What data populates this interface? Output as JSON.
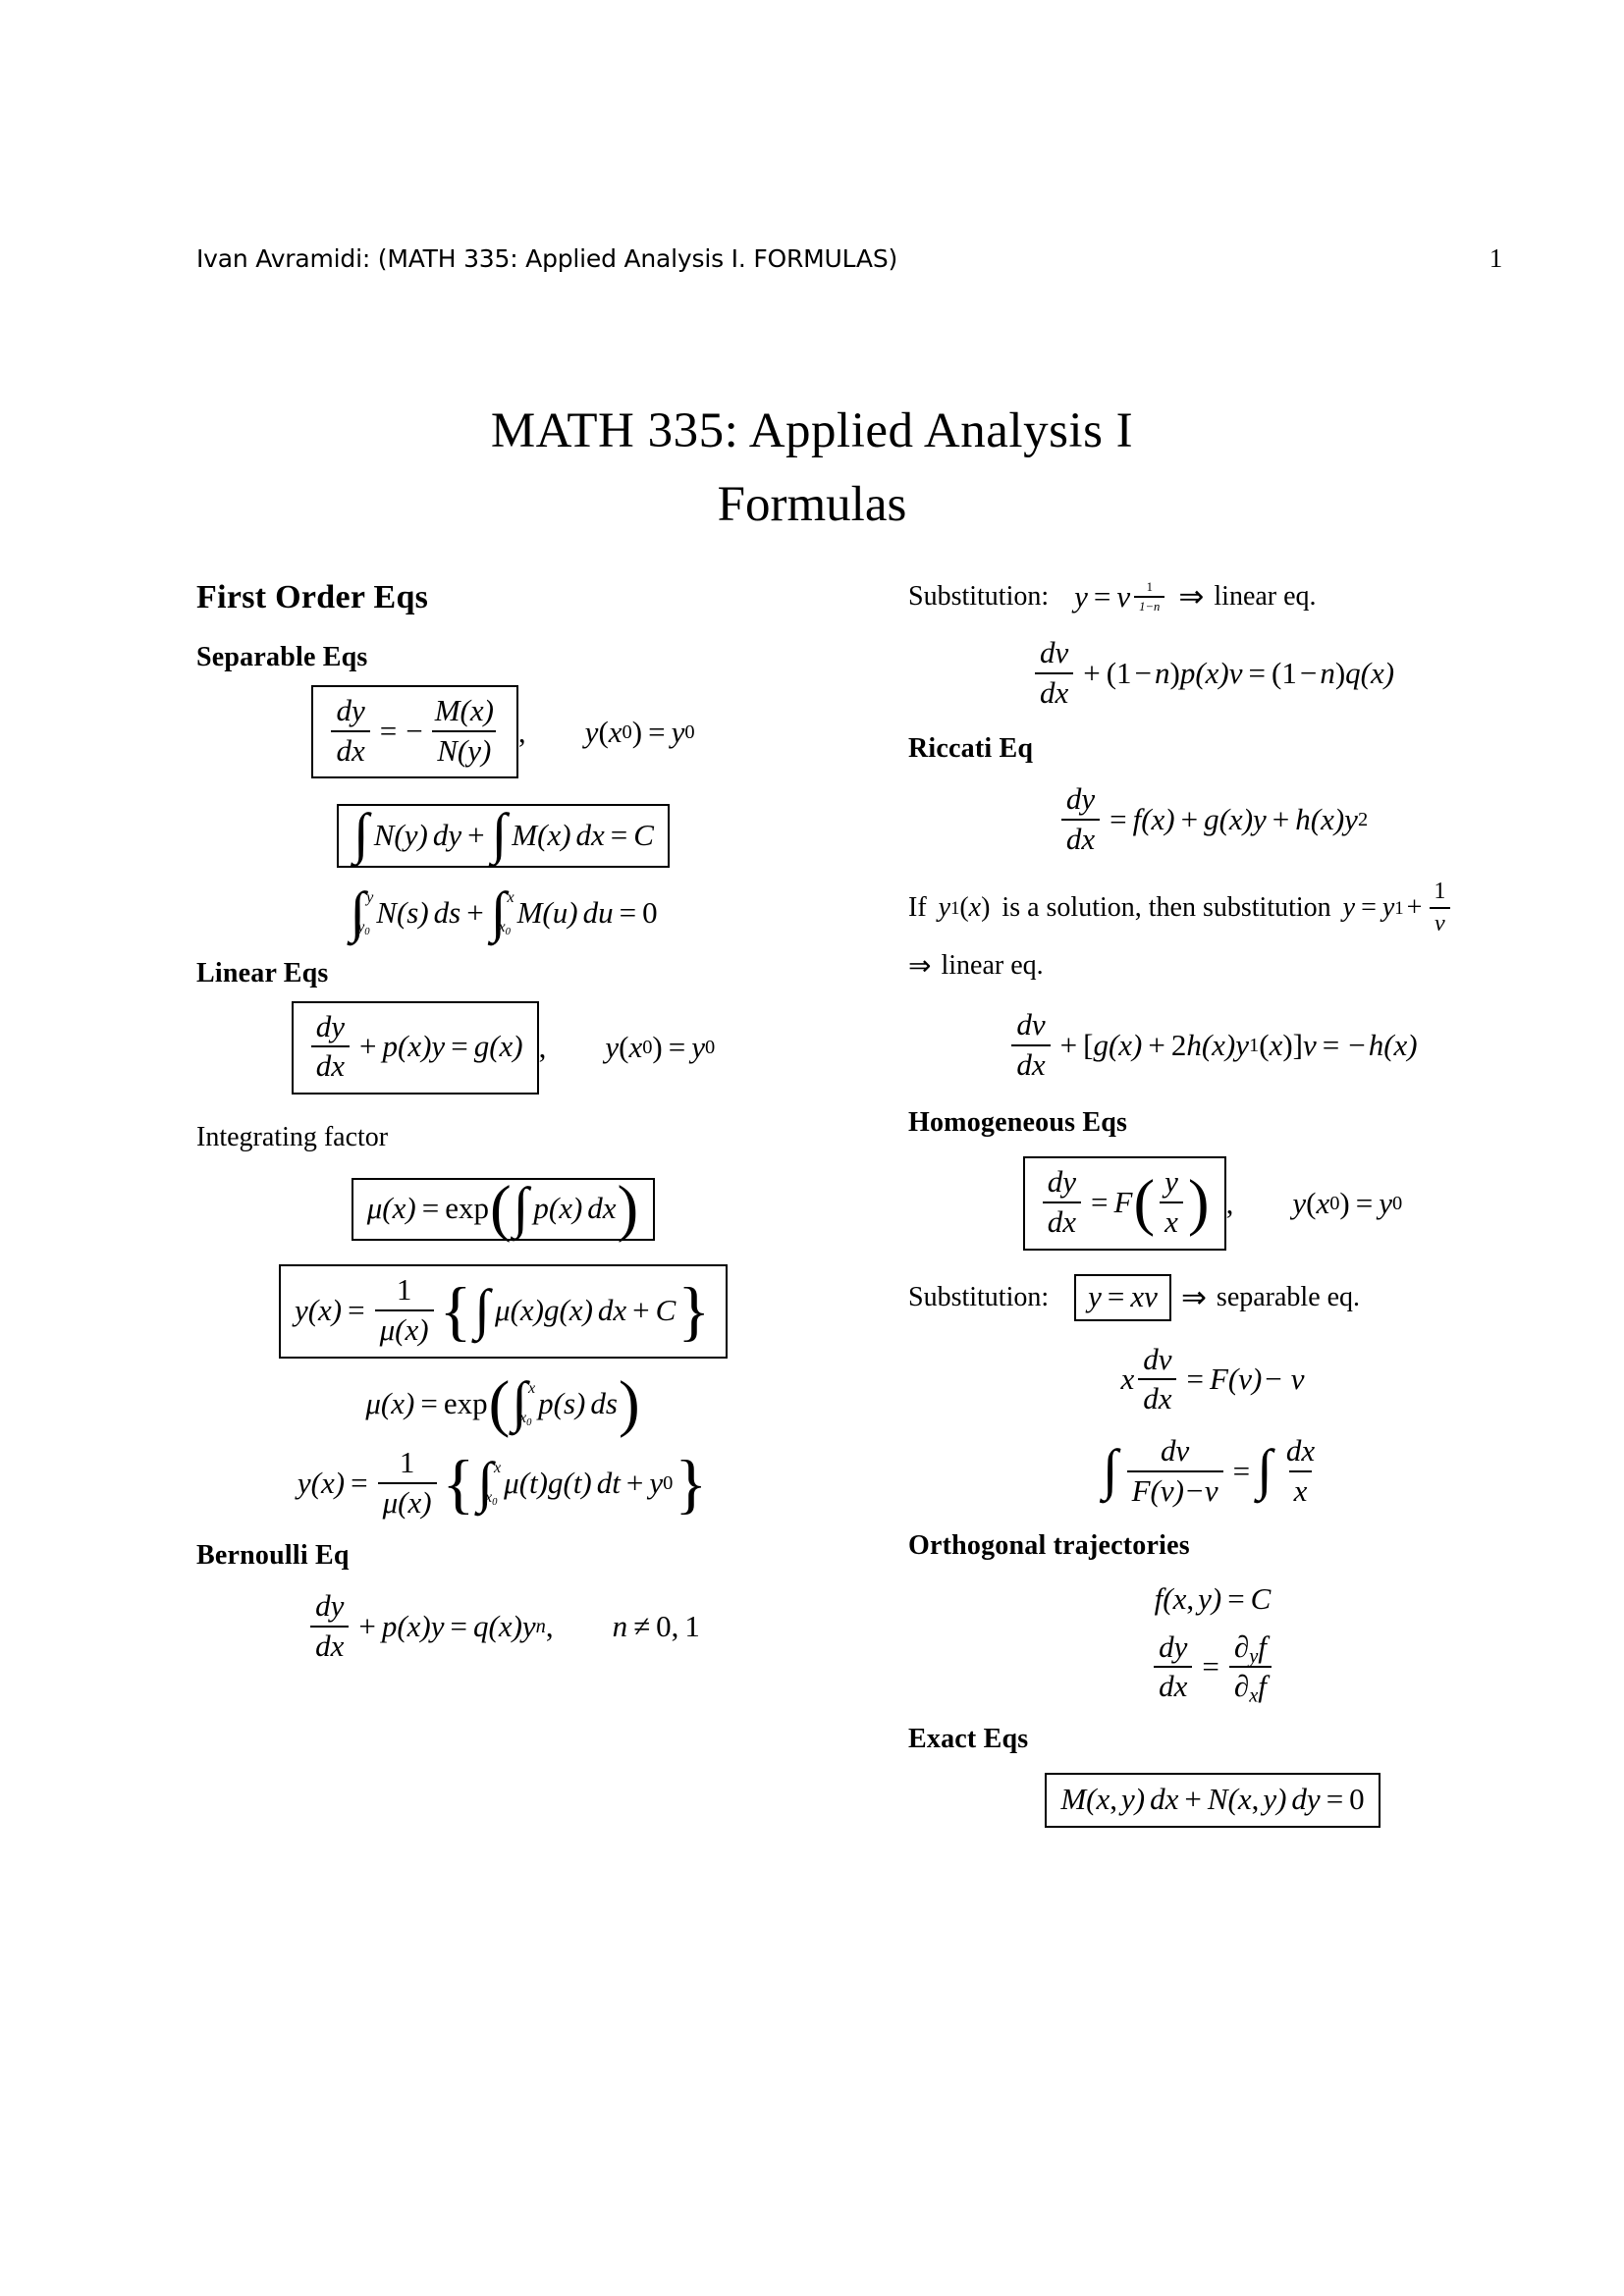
{
  "header": {
    "running_head": "Ivan Avramidi: (MATH 335: Applied Analysis I. FORMULAS)",
    "page_number": "1"
  },
  "title": {
    "line1": "MATH 335:  Applied Analysis I",
    "line2": "Formulas"
  },
  "left_column": {
    "section": "First Order Eqs",
    "separable": {
      "heading": "Separable Eqs",
      "eq1": "dy/dx = -M(x)/N(y)",
      "eq1_condition": "y(x_0) = y_0",
      "eq2": "int N(y) dy + int M(x) dx = C",
      "eq3": "int_{y_0}^{y} N(s) ds + int_{x_0}^{x} M(u) du = 0"
    },
    "linear": {
      "heading": "Linear Eqs",
      "eq1": "dy/dx + p(x)y = g(x)",
      "eq1_condition": "y(x_0) = y_0",
      "label": "Integrating factor",
      "eq2": "mu(x) = exp( int p(x) dx )",
      "eq3": "y(x) = 1/mu(x) { int mu(x)g(x) dx + C }",
      "eq4": "mu(x) = exp( int_{x_0}^{x} p(s) ds )",
      "eq5": "y(x) = 1/mu(x) { int_{x_0}^{x} mu(t)g(t) dt + y_0 }"
    },
    "bernoulli": {
      "heading": "Bernoulli Eq",
      "eq1": "dy/dx + p(x)y = q(x)y^n",
      "eq1_condition": "n != 0, 1"
    }
  },
  "right_column": {
    "bernoulli_cont": {
      "substitution_label": "Substitution:",
      "substitution_expr": "y = v^{1/(1-n)}",
      "substitution_result": "linear eq.",
      "eq1": "dv/dx + (1-n)p(x)v = (1-n)q(x)"
    },
    "riccati": {
      "heading": "Riccati Eq",
      "eq1": "dy/dx = f(x) + g(x)y + h(x)y^2",
      "note_line1_a": "If",
      "note_line1_b": "y_1(x)",
      "note_line1_c": "is a solution, then substitution",
      "note_line1_d": "y = y_1 + 1/v",
      "note_line2": "linear eq.",
      "eq2": "dv/dx + [g(x) + 2h(x)y_1(x)]v = -h(x)"
    },
    "homogeneous": {
      "heading": "Homogeneous Eqs",
      "eq1": "dy/dx = F(y/x)",
      "eq1_condition": "y(x_0) = y_0",
      "substitution_label": "Substitution:",
      "substitution_expr": "y = xv",
      "substitution_result": "separable eq.",
      "eq2": "x dv/dx = F(v) - v",
      "eq3": "int dv/(F(v)-v) = int dx/x"
    },
    "orthogonal": {
      "heading": "Orthogonal trajectories",
      "eq1": "f(x,y) = C",
      "eq2": "dy/dx = (d_y f)/(d_x f)"
    },
    "exact": {
      "heading": "Exact Eqs",
      "eq1": "M(x,y) dx + N(x,y) dy = 0"
    }
  },
  "symbols": {
    "implies": "⇒",
    "integral": "∫",
    "mu": "μ",
    "partial": "∂",
    "minus": "−",
    "plus": "+",
    "equals": "=",
    "neq": "≠",
    "lbrace": "{",
    "rbrace": "}",
    "lparen": "(",
    "rparen": ")",
    "comma": ","
  }
}
